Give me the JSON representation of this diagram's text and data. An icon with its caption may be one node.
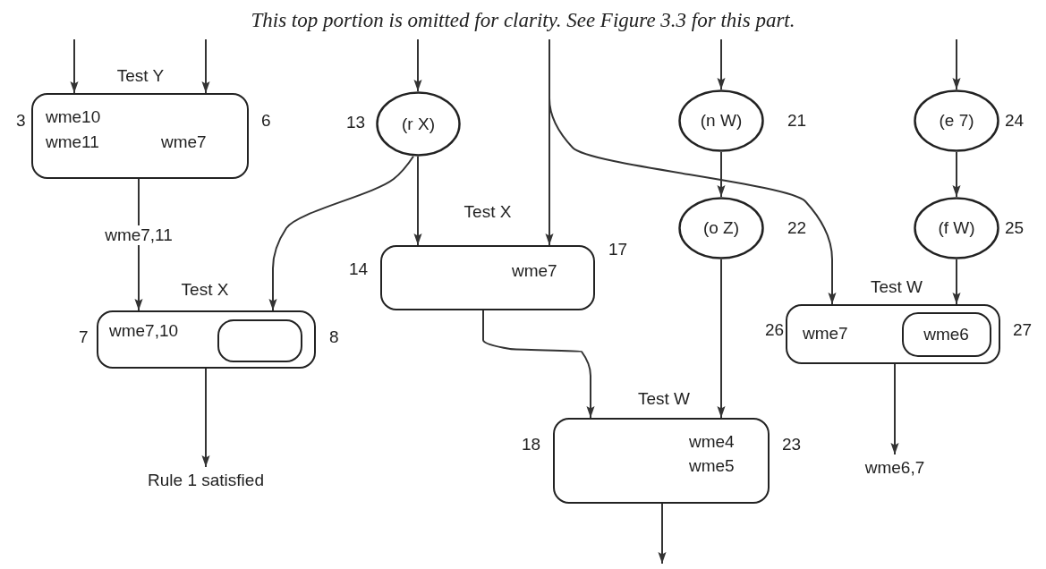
{
  "diagram": {
    "title": "This top portion is omitted for clarity. See Figure 3.3 for this part.",
    "nodes": [
      {
        "text": [
          "Test Y",
          "wme10",
          "wme11",
          "wme7"
        ],
        "beside": [
          "3",
          "6"
        ]
      },
      {
        "text": [
          "(r X)"
        ],
        "beside": [
          "13"
        ]
      },
      {
        "text": [
          "Test X",
          "wme7"
        ],
        "beside": [
          "14",
          "17"
        ]
      },
      {
        "text": [
          "(n W)"
        ],
        "beside": [
          "21"
        ]
      },
      {
        "text": [
          "(o Z)"
        ],
        "beside": [
          "22"
        ]
      },
      {
        "text": [
          "(e 7)"
        ],
        "beside": [
          "24"
        ]
      },
      {
        "text": [
          "(f W)"
        ],
        "beside": [
          "25"
        ]
      },
      {
        "text": [
          "Test X",
          "wme7,10"
        ],
        "beside": [
          "7",
          "8"
        ]
      },
      {
        "text": [],
        "shape": "box",
        "in": 7
      },
      {
        "text": [
          "Test W",
          "wme7"
        ],
        "beside": [
          "26",
          "27"
        ]
      },
      {
        "text": [
          "wme6"
        ],
        "in": 9
      },
      {
        "text": [
          "Test W",
          "wme4 wme5"
        ],
        "beside": [
          "18",
          "23"
        ]
      },
      {
        "text": [
          "Rule 1 satisfied"
        ]
      },
      {
        "text": [
          "wme6,7"
        ]
      }
    ],
    "edges": [
      {
        "from": null,
        "to": 0,
        "arrow": "to"
      },
      {
        "from": null,
        "to": 0,
        "arrow": "to"
      },
      {
        "from": null,
        "to": 1,
        "arrow": "to"
      },
      {
        "from": null,
        "to": 2,
        "arrow": "to"
      },
      {
        "from": null,
        "to": 9,
        "arrow": "to"
      },
      {
        "from": null,
        "to": 3,
        "arrow": "to"
      },
      {
        "from": null,
        "to": 5,
        "arrow": "to"
      },
      {
        "from": 0,
        "to": 7,
        "arrow": "to",
        "label": "wme7,11"
      },
      {
        "from": 1,
        "to": 7,
        "arrow": "to"
      },
      {
        "from": 1,
        "to": 2,
        "arrow": "to"
      },
      {
        "from": 3,
        "to": 4,
        "arrow": "to"
      },
      {
        "from": 4,
        "to": 11,
        "arrow": "to"
      },
      {
        "from": 2,
        "to": 11,
        "arrow": "to"
      },
      {
        "from": 5,
        "to": 6,
        "arrow": "to"
      },
      {
        "from": 6,
        "to": 9,
        "arrow": "to"
      },
      {
        "from": 7,
        "to": 12,
        "arrow": "to"
      },
      {
        "from": 9,
        "to": 13,
        "arrow": "to"
      },
      {
        "from": 11,
        "to": null,
        "arrow": "to"
      }
    ]
  }
}
